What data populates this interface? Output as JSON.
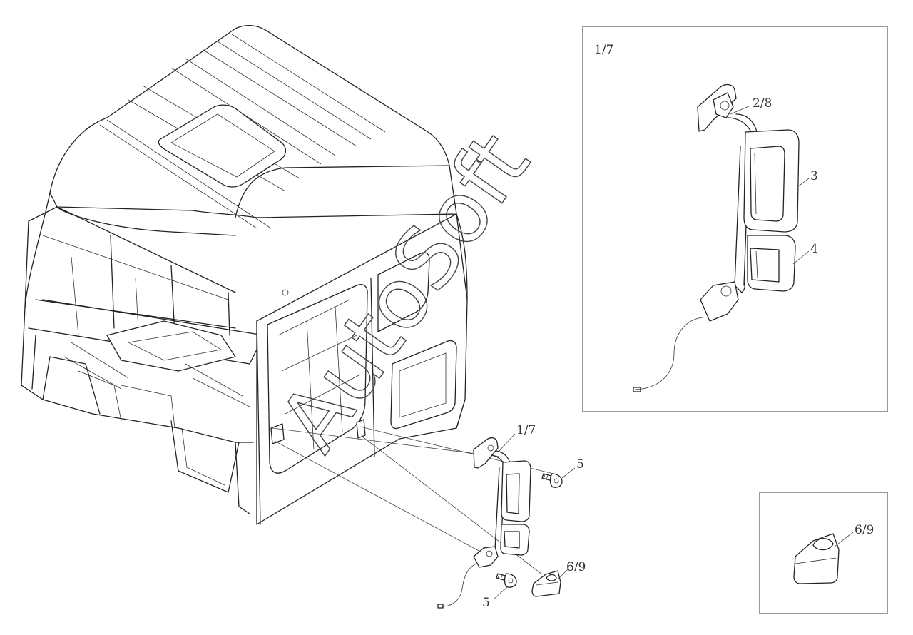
{
  "labels": {
    "detail_main_id": "1/7",
    "detail_main_bracket": "2/8",
    "detail_main_mirror_upper": "3",
    "detail_main_mirror_lower": "4",
    "assembly_mirror": "1/7",
    "assembly_bolt_upper": "5",
    "assembly_bolt_lower": "5",
    "assembly_cover": "6/9",
    "detail_cover": "6/9"
  },
  "watermark": "AutoSoft"
}
